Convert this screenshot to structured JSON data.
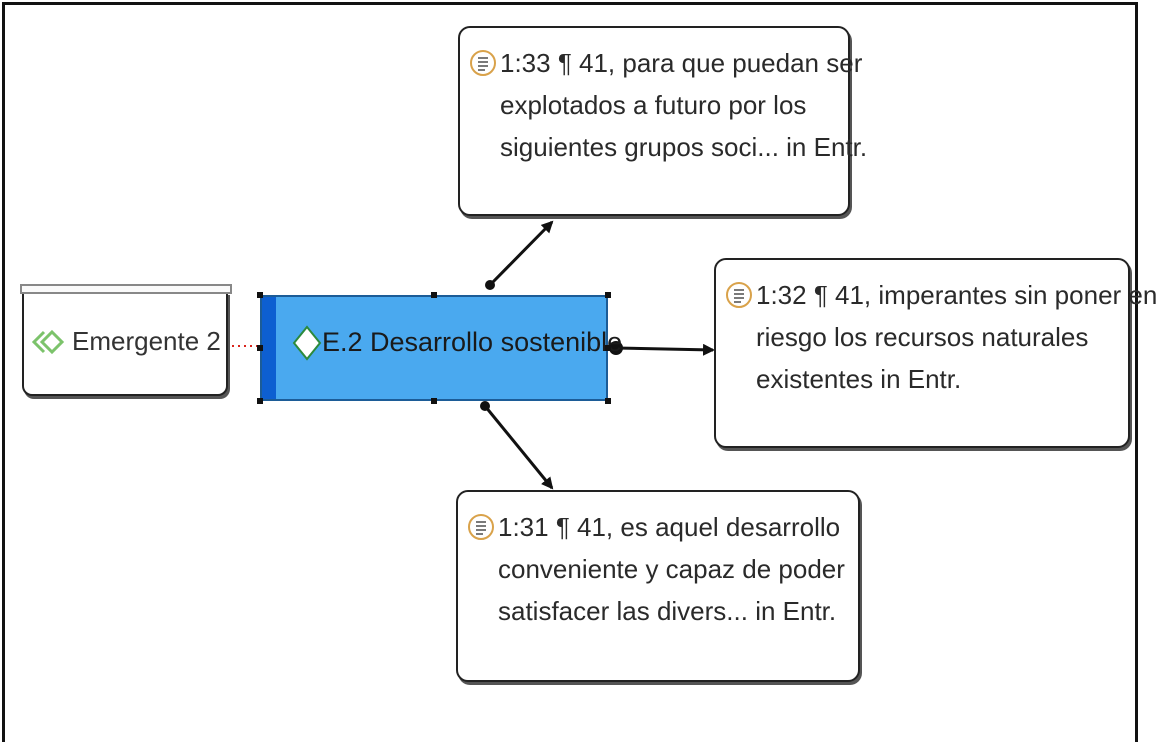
{
  "nodes": {
    "quote_top": {
      "label_lines": [
        "1:33 ¶ 41, para que puedan ser",
        "explotados a futuro por los",
        "siguientes grupos soci... in Entr."
      ],
      "icon": "document-quote-icon"
    },
    "quote_right": {
      "label_lines": [
        "1:32 ¶ 41, imperantes sin poner en",
        "riesgo los recursos naturales",
        "existentes in Entr."
      ],
      "icon": "document-quote-icon"
    },
    "quote_bottom": {
      "label_lines": [
        "1:31 ¶ 41, es aquel desarrollo",
        "conveniente y capaz de poder",
        "satisfacer las divers... in Entr."
      ],
      "icon": "document-quote-icon"
    },
    "code_central": {
      "label": "E.2 Desarrollo sostenible",
      "icon": "code-diamond-icon",
      "selected": true
    },
    "group_emergente": {
      "label": "Emergente 2",
      "icon": "code-group-icon"
    }
  },
  "colors": {
    "code_fill": "#4aa9ef",
    "code_strip": "#0d5fd1",
    "quote_icon_ring": "#d9a24a",
    "group_icon": "#7cc36b",
    "dotted_link": "#d9241c"
  }
}
